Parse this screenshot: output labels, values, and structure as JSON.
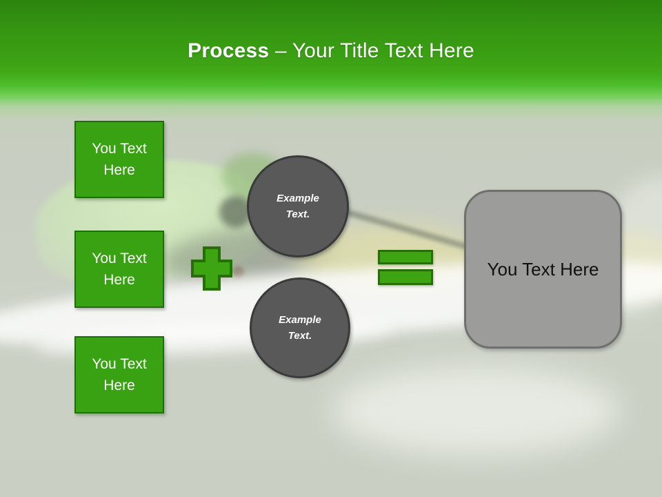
{
  "title": {
    "emphasis": "Process",
    "rest": "– Your Title Text Here"
  },
  "left_boxes": [
    {
      "label": "You Text Here"
    },
    {
      "label": "You Text Here"
    },
    {
      "label": "You Text Here"
    }
  ],
  "circles": [
    {
      "label": "Example Text."
    },
    {
      "label": "Example Text."
    }
  ],
  "result_box": {
    "label": "You Text Here"
  },
  "icons": {
    "plus": "plus-shape",
    "equals": "equals-shape"
  },
  "colors": {
    "accent_green_fill": "#38a213",
    "accent_green_border": "#1d6e07",
    "operator_green_fill": "#3da412",
    "operator_green_border": "#266e06",
    "header_green_top": "#2c850e",
    "header_green_bright": "#4fbe2e",
    "circle_gray_fill": "#595959",
    "circle_gray_border": "#3a3a3a",
    "result_gray_fill": "#9c9c9a",
    "result_gray_border": "#6f6f6f",
    "title_text": "#ffffff",
    "background_tint": "#c9cfc3"
  }
}
